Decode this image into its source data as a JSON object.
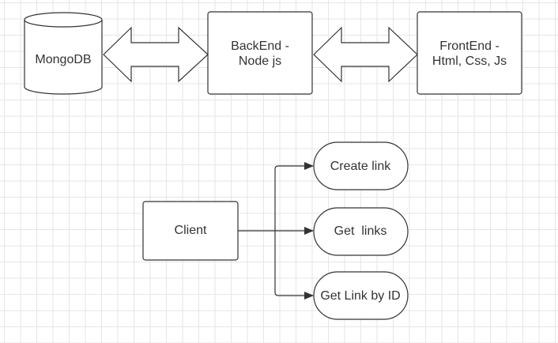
{
  "nodes": {
    "mongodb": "MongoDB",
    "backend_line1": "BackEnd -",
    "backend_line2": "Node js",
    "frontend_line1": "FrontEnd -",
    "frontend_line2": "Html, Css, Js",
    "client": "Client",
    "create_link": "Create link",
    "get_links": "Get  links",
    "get_link_by_id": "Get Link by ID"
  }
}
